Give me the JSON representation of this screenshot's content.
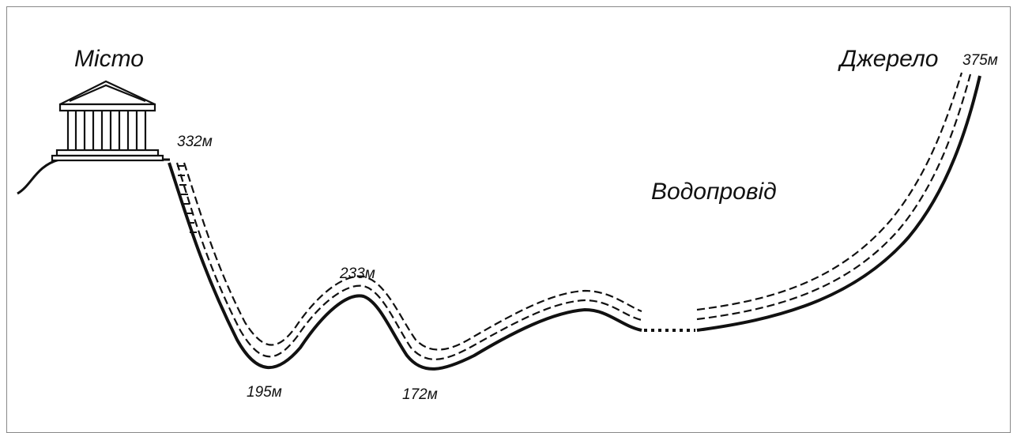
{
  "diagram": {
    "city_label": "Місто",
    "source_label": "Джерело",
    "aqueduct_label": "Водопровід",
    "heights": {
      "city": "332м",
      "peak_mid": "233м",
      "valley_left": "195м",
      "valley_right": "172м",
      "source": "375м"
    },
    "icons": {
      "temple": "temple-icon"
    },
    "colors": {
      "line": "#111111",
      "frame": "#888888",
      "background": "#ffffff"
    }
  }
}
